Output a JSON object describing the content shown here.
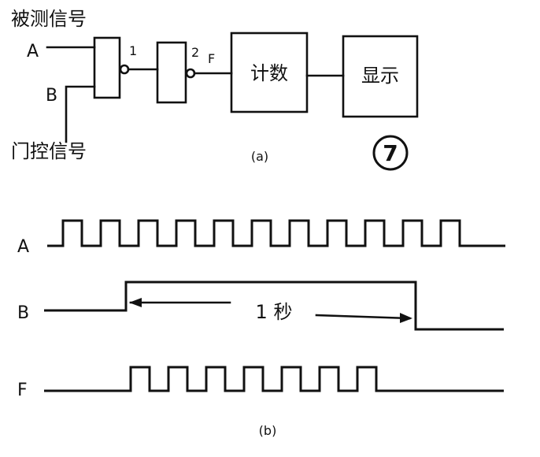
{
  "part_a": {
    "measured_signal_label": "被测信号",
    "gate_signal_label": "门控信号",
    "input_a_label": "A",
    "input_b_label": "B",
    "gate1_number": "1",
    "gate2_number": "2",
    "output_label": "F",
    "counter_label": "计数",
    "display_label": "显示",
    "caption": "(a)",
    "figure_number": "7"
  },
  "part_b": {
    "wave_a_label": "A",
    "wave_b_label": "B",
    "wave_f_label": "F",
    "interval_label": "1 秒",
    "caption": "(b)",
    "wave_a_pulse_count": 11,
    "wave_f_pulse_count": 7
  }
}
